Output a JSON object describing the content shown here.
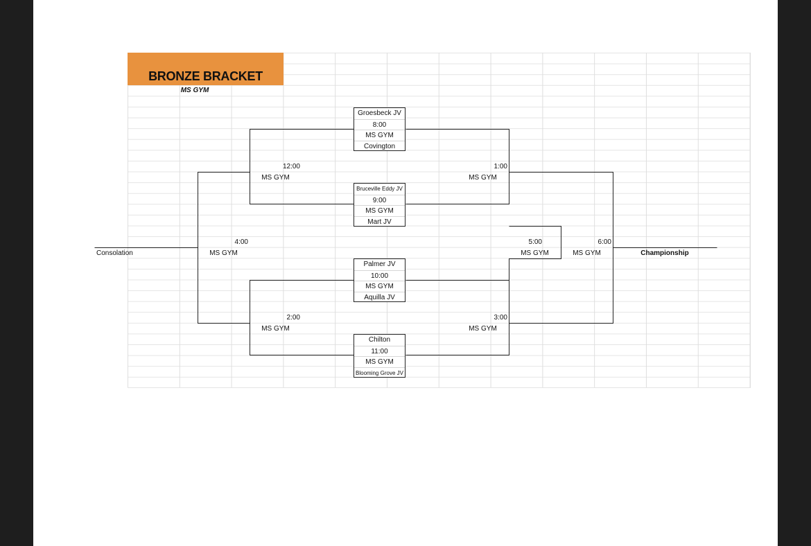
{
  "bracket": {
    "title": "BRONZE BRACKET",
    "subtitle": "MS GYM",
    "title_color": "#e8923e",
    "games": [
      {
        "team_top": "Groesbeck JV",
        "time": "8:00",
        "venue": "MS GYM",
        "team_bottom": "Covington"
      },
      {
        "team_top": "Bruceville Eddy JV",
        "time": "9:00",
        "venue": "MS GYM",
        "team_bottom": "Mart JV"
      },
      {
        "team_top": "Palmer JV",
        "time": "10:00",
        "venue": "MS GYM",
        "team_bottom": "Aquilla JV"
      },
      {
        "team_top": "Chilton",
        "time": "11:00",
        "venue": "MS GYM",
        "team_bottom": "Blooming Grove JV"
      }
    ],
    "round2": {
      "game_12": {
        "time": "12:00",
        "venue": "MS GYM"
      },
      "game_2": {
        "time": "2:00",
        "venue": "MS GYM"
      },
      "game_1": {
        "time": "1:00",
        "venue": "MS GYM"
      },
      "game_3": {
        "time": "3:00",
        "venue": "MS GYM"
      }
    },
    "consolation": {
      "time": "4:00",
      "venue": "MS GYM",
      "label": "Consolation"
    },
    "semifinal": {
      "time": "5:00",
      "venue": "MS GYM"
    },
    "final": {
      "time": "6:00",
      "venue": "MS GYM",
      "label": "Championship"
    }
  }
}
